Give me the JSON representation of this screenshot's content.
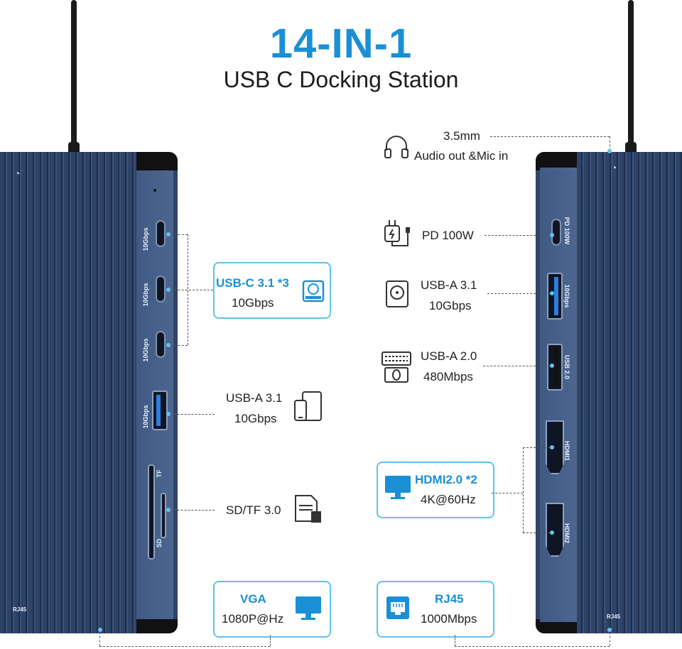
{
  "header": {
    "title": "14-IN-1",
    "subtitle": "USB C Docking Station"
  },
  "left_ports": {
    "usbc_labels": [
      "10Gbps",
      "10Gbps",
      "10Gbps"
    ],
    "usba_label": "10Gbps",
    "card_tf": "TF",
    "card_sd": "SD",
    "rj45": "RJ45"
  },
  "right_ports": {
    "pd_label": "PD 100W",
    "usba31_label": "10Gbps",
    "usba20_label": "USB 2.0",
    "hdmi1_label": "HDMI1",
    "hdmi2_label": "HDMI2",
    "rj45": "RJ45"
  },
  "callouts": {
    "usbc": {
      "title": "USB-C 3.1 *3",
      "sub": "10Gbps"
    },
    "usba_left": {
      "title": "USB-A 3.1",
      "sub": "10Gbps"
    },
    "sdtf": {
      "title": "SD/TF 3.0"
    },
    "vga": {
      "title": "VGA",
      "sub": "1080P@Hz"
    },
    "audio": {
      "title": "3.5mm",
      "sub": "Audio out &Mic in"
    },
    "pd": {
      "title": "PD 100W"
    },
    "usba31": {
      "title": "USB-A 3.1",
      "sub": "10Gbps"
    },
    "usba20": {
      "title": "USB-A 2.0",
      "sub": "480Mbps"
    },
    "hdmi": {
      "title": "HDMI2.0 *2",
      "sub": "4K@60Hz"
    },
    "rj45": {
      "title": "RJ45",
      "sub": "1000Mbps"
    }
  },
  "icons": [
    "hard-drive-icon",
    "phone-tablet-icon",
    "sd-card-icon",
    "monitor-icon",
    "headset-icon",
    "charger-icon",
    "keyboard-mouse-icon",
    "ethernet-icon"
  ],
  "colors": {
    "accent": "#1a8fd6",
    "box_border": "#5fc3ee",
    "hub_body": "#2f4466"
  }
}
